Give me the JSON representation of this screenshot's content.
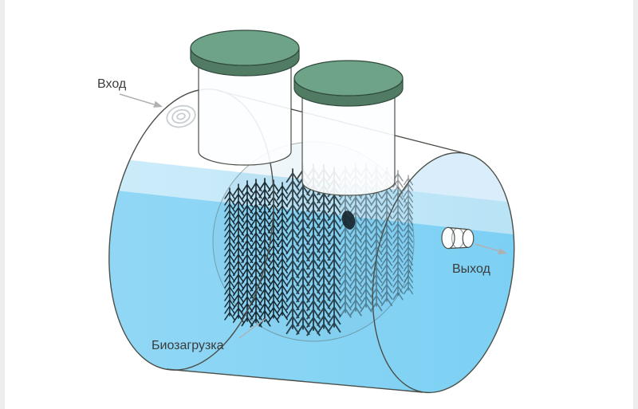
{
  "diagram": {
    "title": "septic-tank-biofilter-diagram",
    "labels": {
      "inlet": "Вход",
      "outlet": "Выход",
      "biomedia": "Биозагрузка"
    },
    "colors": {
      "page_background": "#ffffff",
      "edge_strip": "#ededed",
      "outline": "#4b4f47",
      "face_tint": "#d9eefa",
      "water_surface": "#cdecfa",
      "water_surface_2": "#b7e3f6",
      "water_body": "#92d7f5",
      "water_deep": "#7bd0f4",
      "chamber_fill": "rgba(125,185,215,0.12)",
      "chamber_stroke": "rgba(95,115,115,0.55)",
      "lid_top": "#6fa388",
      "lid_side": "#527b64",
      "lid_outline": "#2f4a3c",
      "riser_fill": "#fdfeff",
      "brush": "#16242b",
      "inlet_ring": "#c6ced2",
      "arrow": "#b0b0b0",
      "label_text": "#3b3b3b"
    }
  }
}
